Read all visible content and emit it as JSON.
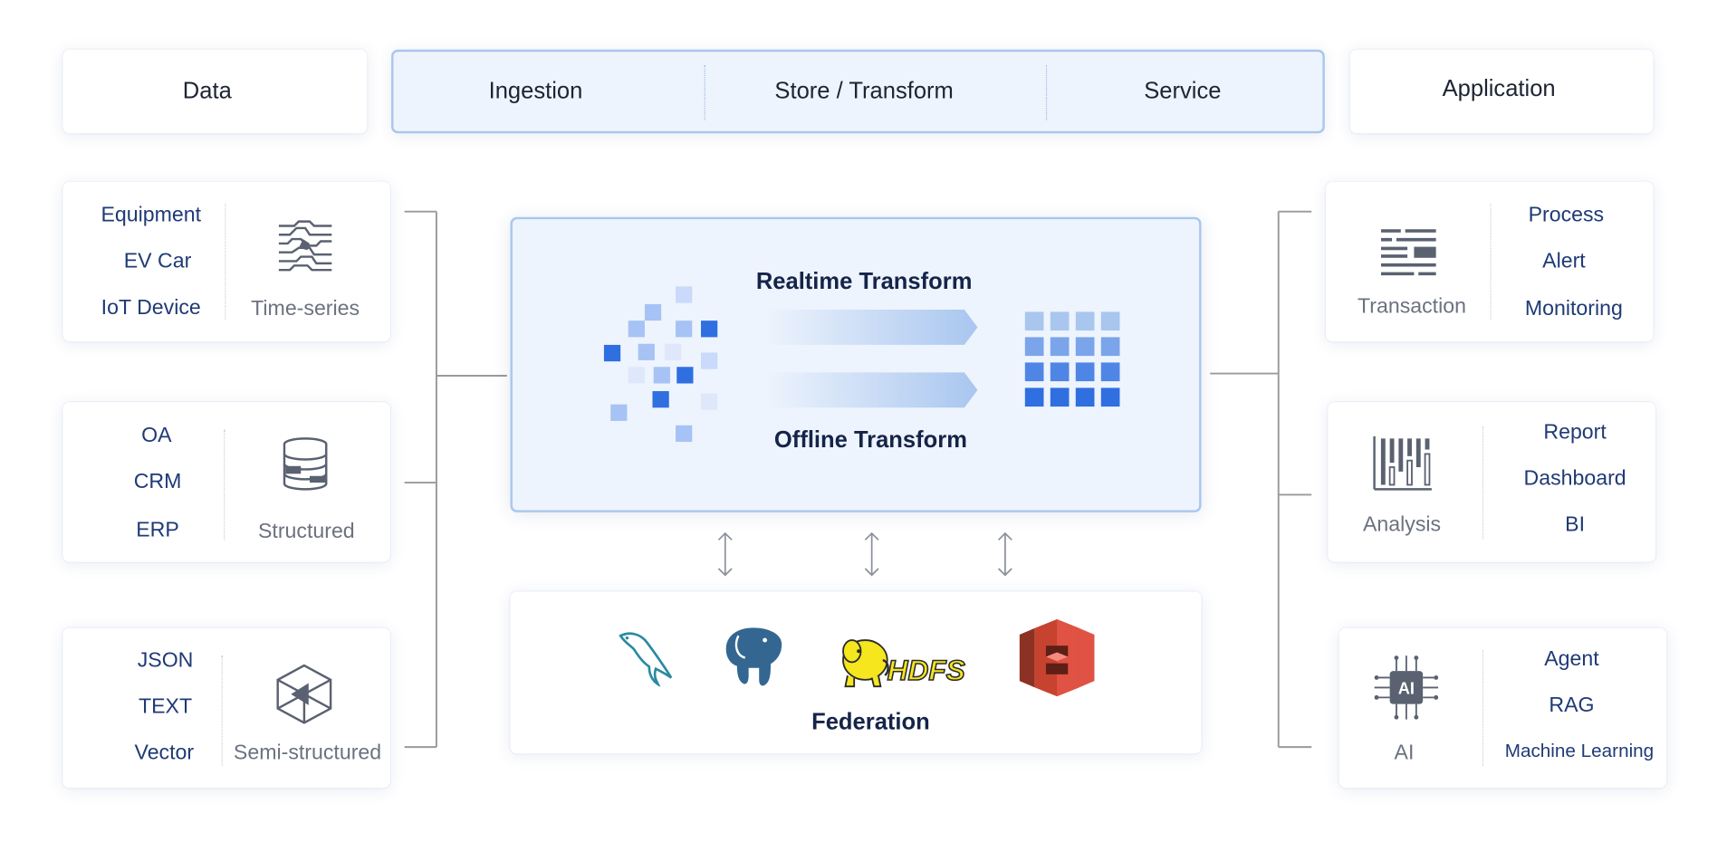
{
  "header": {
    "data": "Data",
    "ingestion": "Ingestion",
    "store_transform": "Store / Transform",
    "service": "Service",
    "application": "Application"
  },
  "sources": [
    {
      "items": [
        "Equipment",
        "EV Car",
        "IoT Device"
      ],
      "category": "Time-series",
      "icon": "time-series-icon"
    },
    {
      "items": [
        "OA",
        "CRM",
        "ERP"
      ],
      "category": "Structured",
      "icon": "database-icon"
    },
    {
      "items": [
        "JSON",
        "TEXT",
        "Vector"
      ],
      "category": "Semi-structured",
      "icon": "cube-icon"
    }
  ],
  "transform": {
    "realtime": "Realtime Transform",
    "offline": "Offline Transform"
  },
  "federation": {
    "label": "Federation",
    "logos": [
      "mysql-dolphin-icon",
      "postgresql-elephant-icon",
      "hdfs-logo",
      "amazon-s3-icon"
    ],
    "hdfs_text": "HDFS"
  },
  "applications": [
    {
      "category": "Transaction",
      "items": [
        "Process",
        "Alert",
        "Monitoring"
      ],
      "icon": "transaction-icon"
    },
    {
      "category": "Analysis",
      "items": [
        "Report",
        "Dashboard",
        "BI"
      ],
      "icon": "analysis-icon"
    },
    {
      "category": "AI",
      "items": [
        "Agent",
        "RAG",
        "Machine Learning"
      ],
      "icon": "ai-chip-icon",
      "chip_text": "AI"
    }
  ],
  "colors": {
    "accent_dark": "#2f6fe0",
    "accent_light": "#a9c6ef",
    "panel_bg": "#eef4fd",
    "text_item": "#1f3a75",
    "text_category": "#6b7280",
    "line": "#9a9a9a"
  }
}
